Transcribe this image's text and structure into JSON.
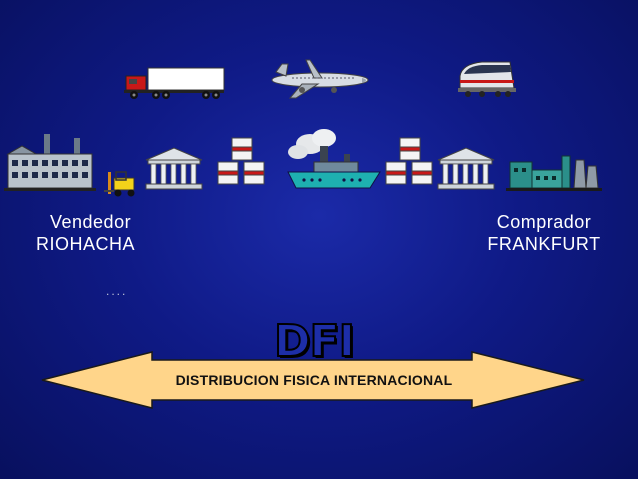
{
  "slide": {
    "left_label": {
      "line1": "Vendedor",
      "line2": "RIOHACHA"
    },
    "right_label": {
      "line1": "Comprador",
      "line2": "FRANKFURT"
    },
    "title_badge": "DFI",
    "arrow_text": "DISTRIBUCION FISICA INTERNACIONAL",
    "dots": "....",
    "colors": {
      "background": "#0f1a86",
      "arrow_fill": "#ffd58a",
      "label": "#ffffff"
    },
    "icons": [
      "truck-icon",
      "airplane-icon",
      "train-icon",
      "factory-icon",
      "forklift-icon",
      "customs-building-icon",
      "containers-icon",
      "ship-icon",
      "containers-icon",
      "customs-building-icon",
      "industrial-plant-icon"
    ]
  }
}
